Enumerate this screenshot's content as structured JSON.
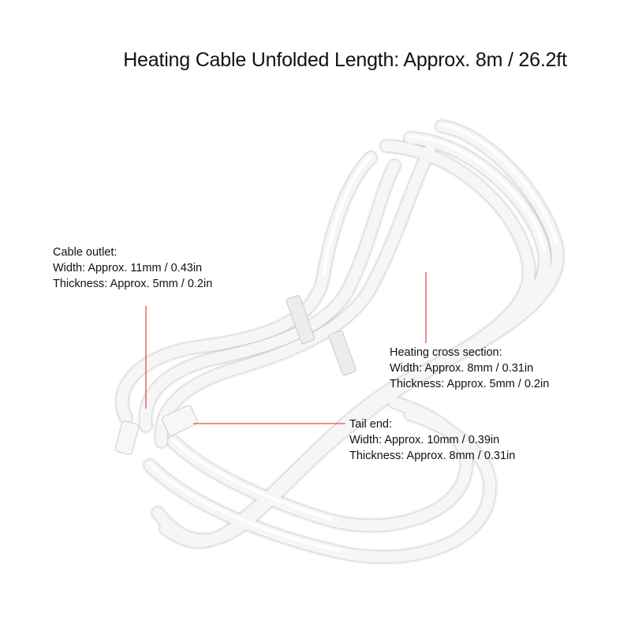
{
  "title": "Heating Cable Unfolded Length: Approx. 8m / 26.2ft",
  "callouts": {
    "cable_outlet": {
      "heading": "Cable outlet:",
      "width": "Width: Approx. 11mm / 0.43in",
      "thickness": "Thickness: Approx. 5mm / 0.2in"
    },
    "heating_cross_section": {
      "heading": "Heating cross section:",
      "width": "Width: Approx. 8mm / 0.31in",
      "thickness": "Thickness: Approx. 5mm / 0.2in"
    },
    "tail_end": {
      "heading": "Tail end:",
      "width": "Width: Approx. 10mm / 0.39in",
      "thickness": "Thickness: Approx. 8mm / 0.31in"
    }
  },
  "colors": {
    "background": "#ffffff",
    "text": "#111111",
    "leader_line": "#e05050",
    "cable": "#f4f4f4",
    "cable_shadow": "#cfcfcf"
  }
}
